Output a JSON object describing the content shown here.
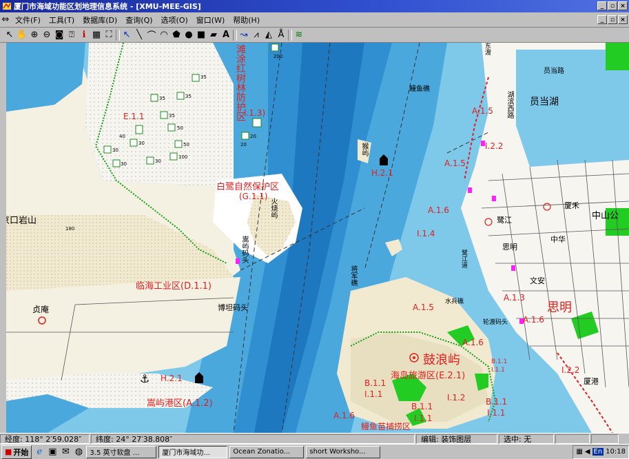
{
  "window": {
    "title": "厦门市海域功能区划地理信息系统 - [XMU-MEE-GIS]"
  },
  "menu": [
    "文件(F)",
    "工具(T)",
    "数据库(D)",
    "查询(Q)",
    "选项(O)",
    "窗口(W)",
    "帮助(H)"
  ],
  "map": {
    "labels_red": [
      {
        "text": "滩涂红树林防护区",
        "note": "vertical"
      },
      {
        "text": "I.1.3)"
      },
      {
        "text": "E.1.1"
      },
      {
        "text": "A.1.5"
      },
      {
        "text": "I.2.2"
      },
      {
        "text": "A.1.5"
      },
      {
        "text": "H.2.1"
      },
      {
        "text": "白鹭自然保护区"
      },
      {
        "text": "(G.1.1)"
      },
      {
        "text": "A.1.6"
      },
      {
        "text": "I.1.4"
      },
      {
        "text": "临海工业区(D.1.1)"
      },
      {
        "text": "A.1.5"
      },
      {
        "text": "A.1.3"
      },
      {
        "text": "A.1.6"
      },
      {
        "text": "A.1.6"
      },
      {
        "text": "鼓浪屿"
      },
      {
        "text": "海岛旅游区(E.2.1)"
      },
      {
        "text": "B.1.1"
      },
      {
        "text": "I.1.1"
      },
      {
        "text": "I.1.2"
      },
      {
        "text": "B.1.1"
      },
      {
        "text": "I.1.1"
      },
      {
        "text": "B.1.1"
      },
      {
        "text": "I.1.1"
      },
      {
        "text": "A.1.6"
      },
      {
        "text": "H.2.1"
      },
      {
        "text": "嵩屿港区(A.1.2)"
      },
      {
        "text": "思明"
      },
      {
        "text": "I.2.2"
      },
      {
        "text": "B.1.1"
      },
      {
        "text": "I.1.1"
      },
      {
        "text": "鳗鱼苗捕捞区"
      }
    ],
    "labels_black": [
      {
        "text": "员当湖"
      },
      {
        "text": "员当路"
      },
      {
        "text": "湖滨西路"
      },
      {
        "text": "鳗鱼礁"
      },
      {
        "text": "猴屿"
      },
      {
        "text": "火烧屿"
      },
      {
        "text": "嵩屿码头"
      },
      {
        "text": "京口岩山"
      },
      {
        "text": "贞庵"
      },
      {
        "text": "博坦码头"
      },
      {
        "text": "将军礁"
      },
      {
        "text": "水兵礁"
      },
      {
        "text": "鹭江"
      },
      {
        "text": "思明"
      },
      {
        "text": "中华"
      },
      {
        "text": "文安"
      },
      {
        "text": "厦禾"
      },
      {
        "text": "中山公"
      },
      {
        "text": "厦港"
      },
      {
        "text": "轮渡码头"
      },
      {
        "text": "鹭江道"
      },
      {
        "text": "东渡"
      }
    ],
    "numbers": [
      "35",
      "35",
      "35",
      "35",
      "50",
      "50",
      "40",
      "30",
      "30",
      "30",
      "30",
      "100",
      "200",
      "20",
      "20",
      "180"
    ]
  },
  "status": {
    "lon": "经度: 118° 2′59.028″",
    "lat": "纬度: 24° 27′38.808″",
    "edit": "编辑: 装饰图层",
    "sel": "选中: 无"
  },
  "taskbar": {
    "start": "开始",
    "items": [
      "3.5 英寸软盘 ...",
      "厦门市海域功...",
      "Ocean Zonatio...",
      "short Worksho..."
    ],
    "clock": "10:18"
  }
}
